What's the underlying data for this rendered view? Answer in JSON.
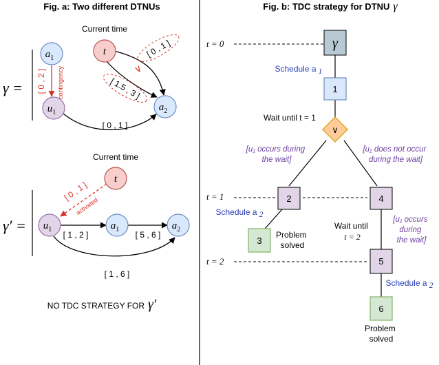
{
  "panel_a": {
    "title": "Fig. a: Two different DTNUs",
    "current_time_top": "Current time",
    "current_time_bottom": "Current time",
    "gamma_label": "γ =",
    "gamma_prime_label": "γ′ =",
    "nodes_top": {
      "a1": "a",
      "a1_sub": "1",
      "t": "t",
      "u1": "u",
      "u1_sub": "1",
      "a2": "a",
      "a2_sub": "2"
    },
    "edges_top": {
      "a1_u1": "[ 0 , 2 ]",
      "contingency": "contingency",
      "t_a2_upper": "[ 0 , 1 ]",
      "or_symbol": "∨",
      "t_a2_lower": "[ 1.5 , 3 ]",
      "u1_a2": "[ 0 , 1 ]"
    },
    "nodes_bottom": {
      "t": "t",
      "u1": "u",
      "u1_sub": "1",
      "a1": "a",
      "a1_sub": "1",
      "a2": "a",
      "a2_sub": "2"
    },
    "edges_bottom": {
      "t_u1": "[ 0 , 1 ]",
      "activated": "activated",
      "u1_a1": "[ 1 , 2 ]",
      "a1_a2": "[ 5 , 6 ]",
      "u1_a2": "[ 1 , 6 ]"
    },
    "footer": "NO TDC STRATEGY FOR"
  },
  "panel_b": {
    "title": "Fig. b: TDC strategy for DTNU",
    "title_symbol": "γ",
    "time_labels": [
      "t = 0",
      "t = 1",
      "t = 2"
    ],
    "root": "γ",
    "schedule_a1": "Schedule a",
    "schedule_a1_sub": "1",
    "node_1": "1",
    "wait_until_1": "Wait until t = 1",
    "or_node": "∨",
    "branch_left": [
      "[u₁ occurs during",
      "the wait]"
    ],
    "branch_right": [
      "[u₁ does not occur",
      "during the wait]"
    ],
    "node_2": "2",
    "node_4": "4",
    "schedule_a2_left": "Schedule a",
    "schedule_a2_left_sub": "2",
    "node_3": "3",
    "problem_solved_1": [
      "Problem",
      "solved"
    ],
    "wait_until_2": [
      "Wait until",
      "t = 2"
    ],
    "branch_right_2": [
      "[u₁ occurs",
      "during",
      "the wait]"
    ],
    "node_5": "5",
    "schedule_a2_right": "Schedule a",
    "schedule_a2_right_sub": "2",
    "node_6": "6",
    "problem_solved_2": [
      "Problem",
      "solved"
    ]
  },
  "colors": {
    "blue_node_fill": "#dae8fc",
    "blue_node_stroke": "#6c8ebf",
    "purple_node_fill": "#e1d5e7",
    "purple_node_stroke": "#9673a6",
    "red_node_fill": "#f8cecc",
    "red_node_stroke": "#b85450",
    "gray_root_fill": "#b7c9d3",
    "orange_fill": "#ffcc99",
    "orange_stroke": "#d79b00",
    "green_fill": "#d5e8d4",
    "green_stroke": "#82b366",
    "red_text": "#d9342b",
    "blue_text": "#2a3fb5",
    "purple_text": "#6e3fa3"
  }
}
